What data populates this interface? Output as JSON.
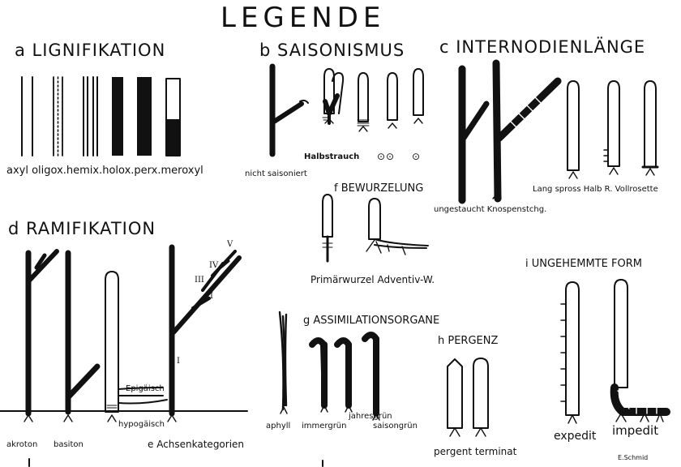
{
  "title": "LEGENDE",
  "sections": {
    "a": {
      "heading": "a LIGNIFIKATION",
      "caption": "axyl oligox.hemix.holox.perx.meroxyl"
    },
    "b": {
      "heading": "b SAISONISMUS",
      "label_nicht": "nicht saisoniert",
      "label_halb": "Halbstrauch",
      "symbol_ring": "⊙",
      "symbol_dot": "⊙"
    },
    "c": {
      "heading": "c INTERNODIENLÄNGE",
      "caption_left": "ungestaucht Knospenstchg.",
      "caption_right": "Lang spross Halb R. Vollrosette"
    },
    "d": {
      "heading": "d RAMIFIKATION",
      "label_akroton": "akroton",
      "label_basiton": "basiton",
      "label_epigaeisch": "Epigäisch",
      "label_hypogaeisch": "hypogäisch"
    },
    "e": {
      "label": "e Achsenkategorien",
      "roman": [
        "I",
        "II",
        "III",
        "IV",
        "V"
      ]
    },
    "f": {
      "heading": "f BEWURZELUNG",
      "caption": "Primärwurzel Adventiv-W."
    },
    "g": {
      "heading": "g ASSIMILATIONSORGANE",
      "label_aphyll": "aphyll",
      "label_immergruen": "immergrün",
      "label_jahresgruen": "jahresgrün",
      "label_saisongruen": "saisongrün"
    },
    "h": {
      "heading": "h PERGENZ",
      "caption": "pergent terminat"
    },
    "i": {
      "heading": "i UNGEHEMMTE FORM",
      "label_expedit": "expedit",
      "label_impedit": "impedit"
    }
  },
  "signature": "E.Schmid",
  "colors": {
    "ink": "#111111",
    "paper": "#ffffff"
  }
}
